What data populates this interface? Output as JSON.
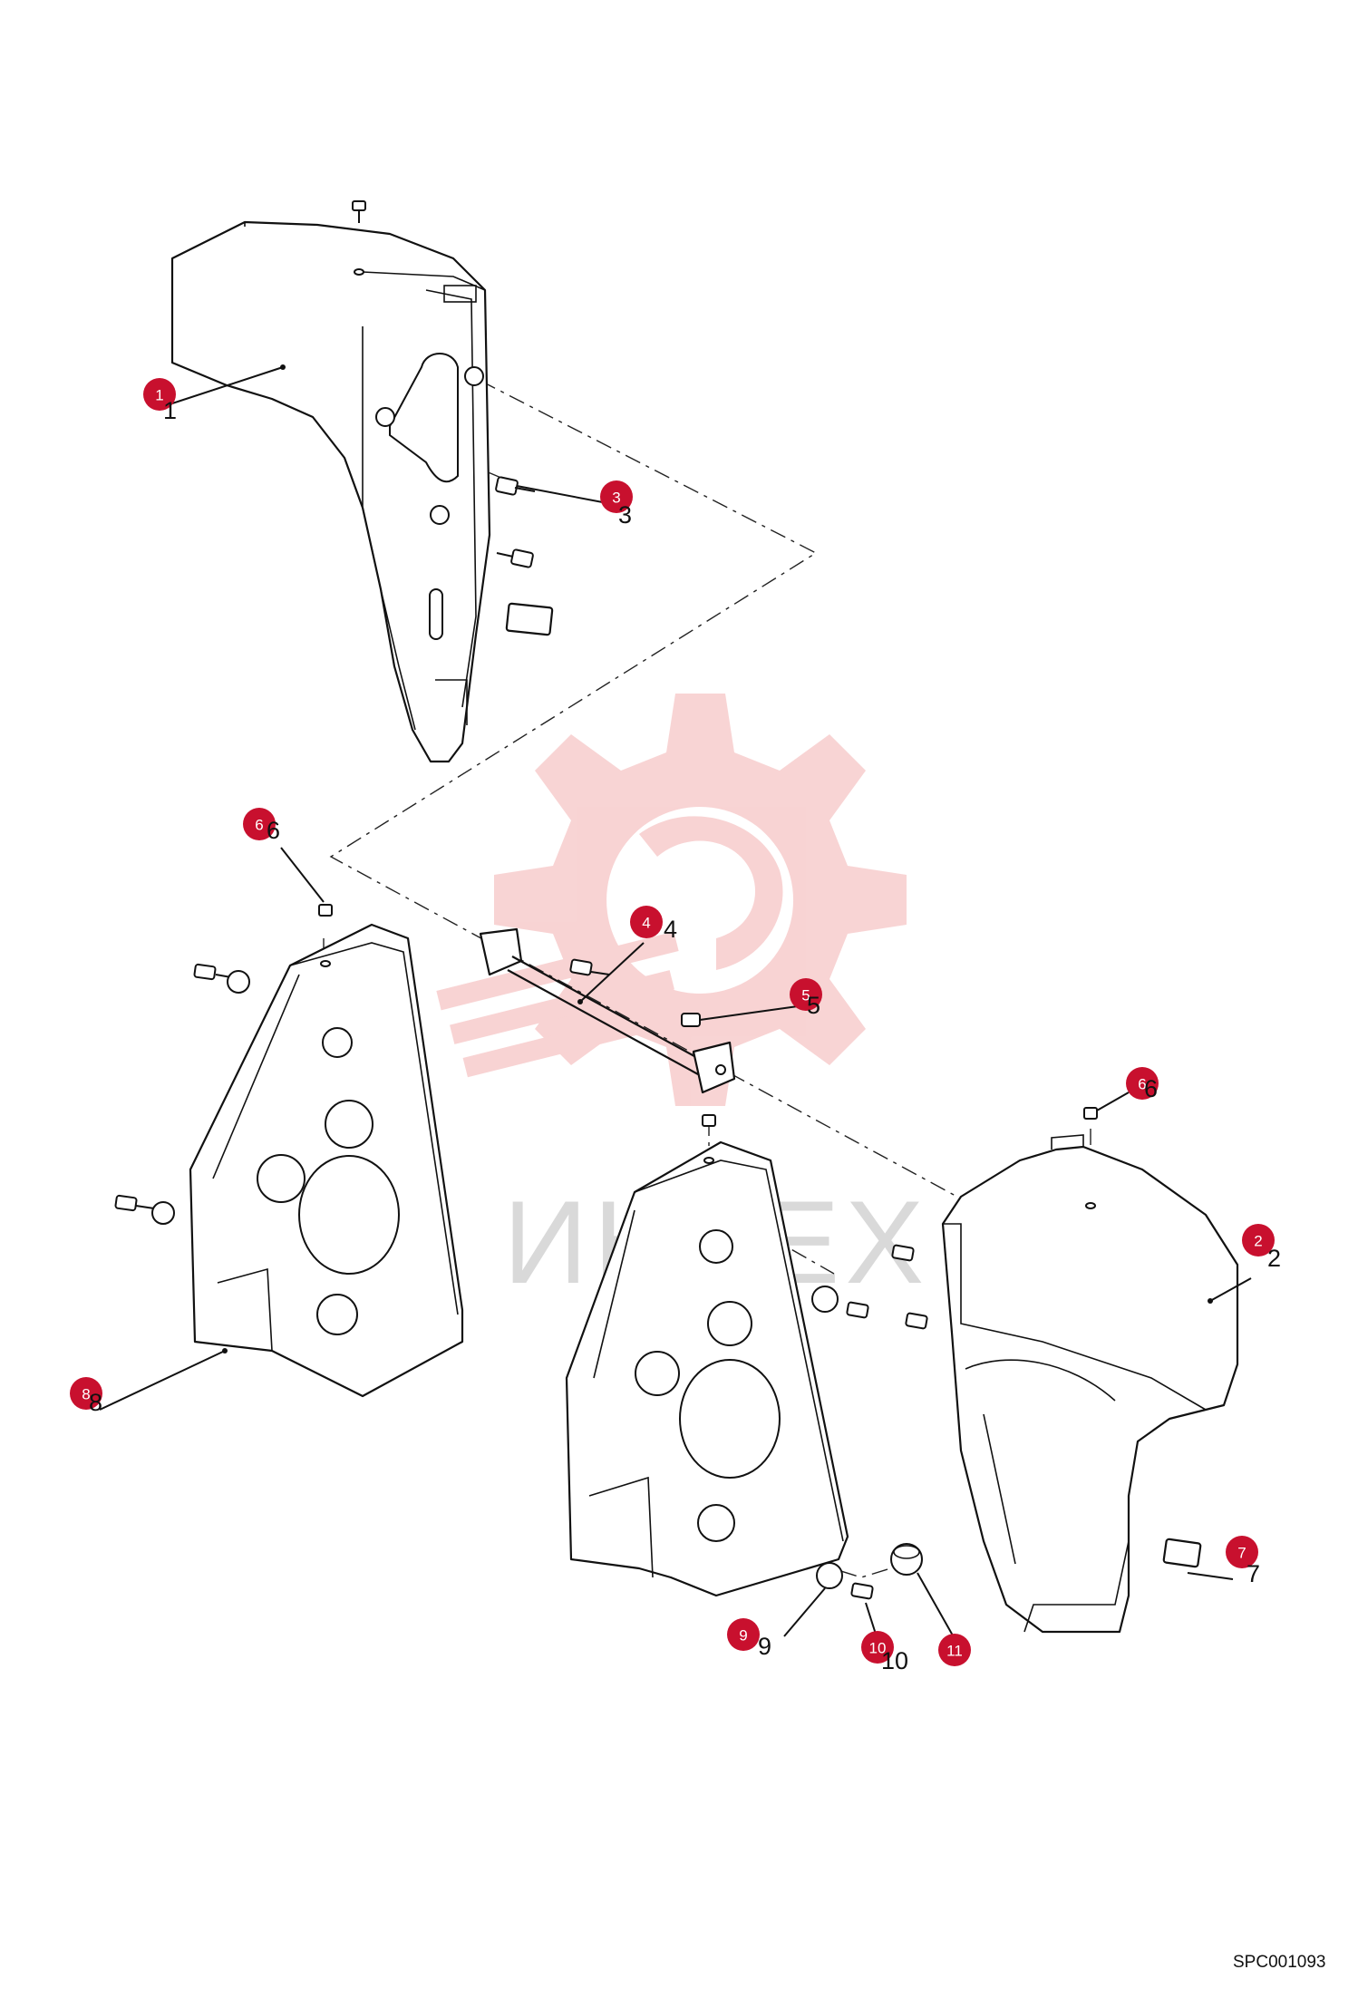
{
  "watermark": {
    "text": "ИНТЕХ",
    "color": "#f5c2c2"
  },
  "drawing_code": "SPC001093",
  "callout_color": "#c8102e",
  "callouts": [
    {
      "id": "1",
      "ref": "1"
    },
    {
      "id": "2",
      "ref": "2"
    },
    {
      "id": "3",
      "ref": "3"
    },
    {
      "id": "4",
      "ref": "4"
    },
    {
      "id": "5",
      "ref": "5"
    },
    {
      "id": "6a",
      "label": "6",
      "ref": "6"
    },
    {
      "id": "6b",
      "label": "6",
      "ref": "6"
    },
    {
      "id": "7",
      "ref": "7"
    },
    {
      "id": "8",
      "ref": "8"
    },
    {
      "id": "9",
      "ref": "9"
    },
    {
      "id": "10",
      "ref": "10"
    },
    {
      "id": "11",
      "ref": "11"
    }
  ]
}
